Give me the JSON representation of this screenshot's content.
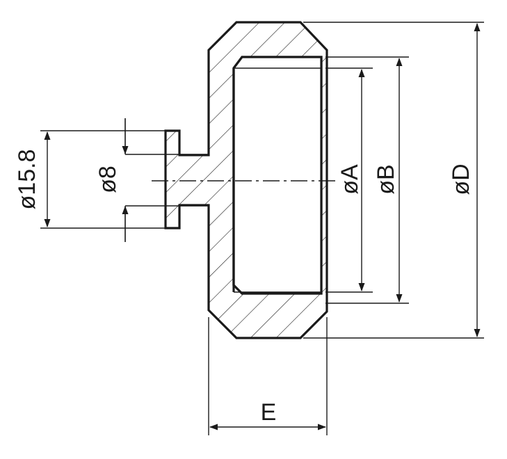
{
  "dimensions": {
    "stem_flange_diameter": "ø15.8",
    "stem_diameter": "ø8",
    "bore_diameter_a": "øA",
    "bore_diameter_b": "øB",
    "outer_diameter_d": "øD",
    "body_width_e": "E"
  },
  "colors": {
    "line": "#1a1a1a",
    "background": "#ffffff"
  }
}
